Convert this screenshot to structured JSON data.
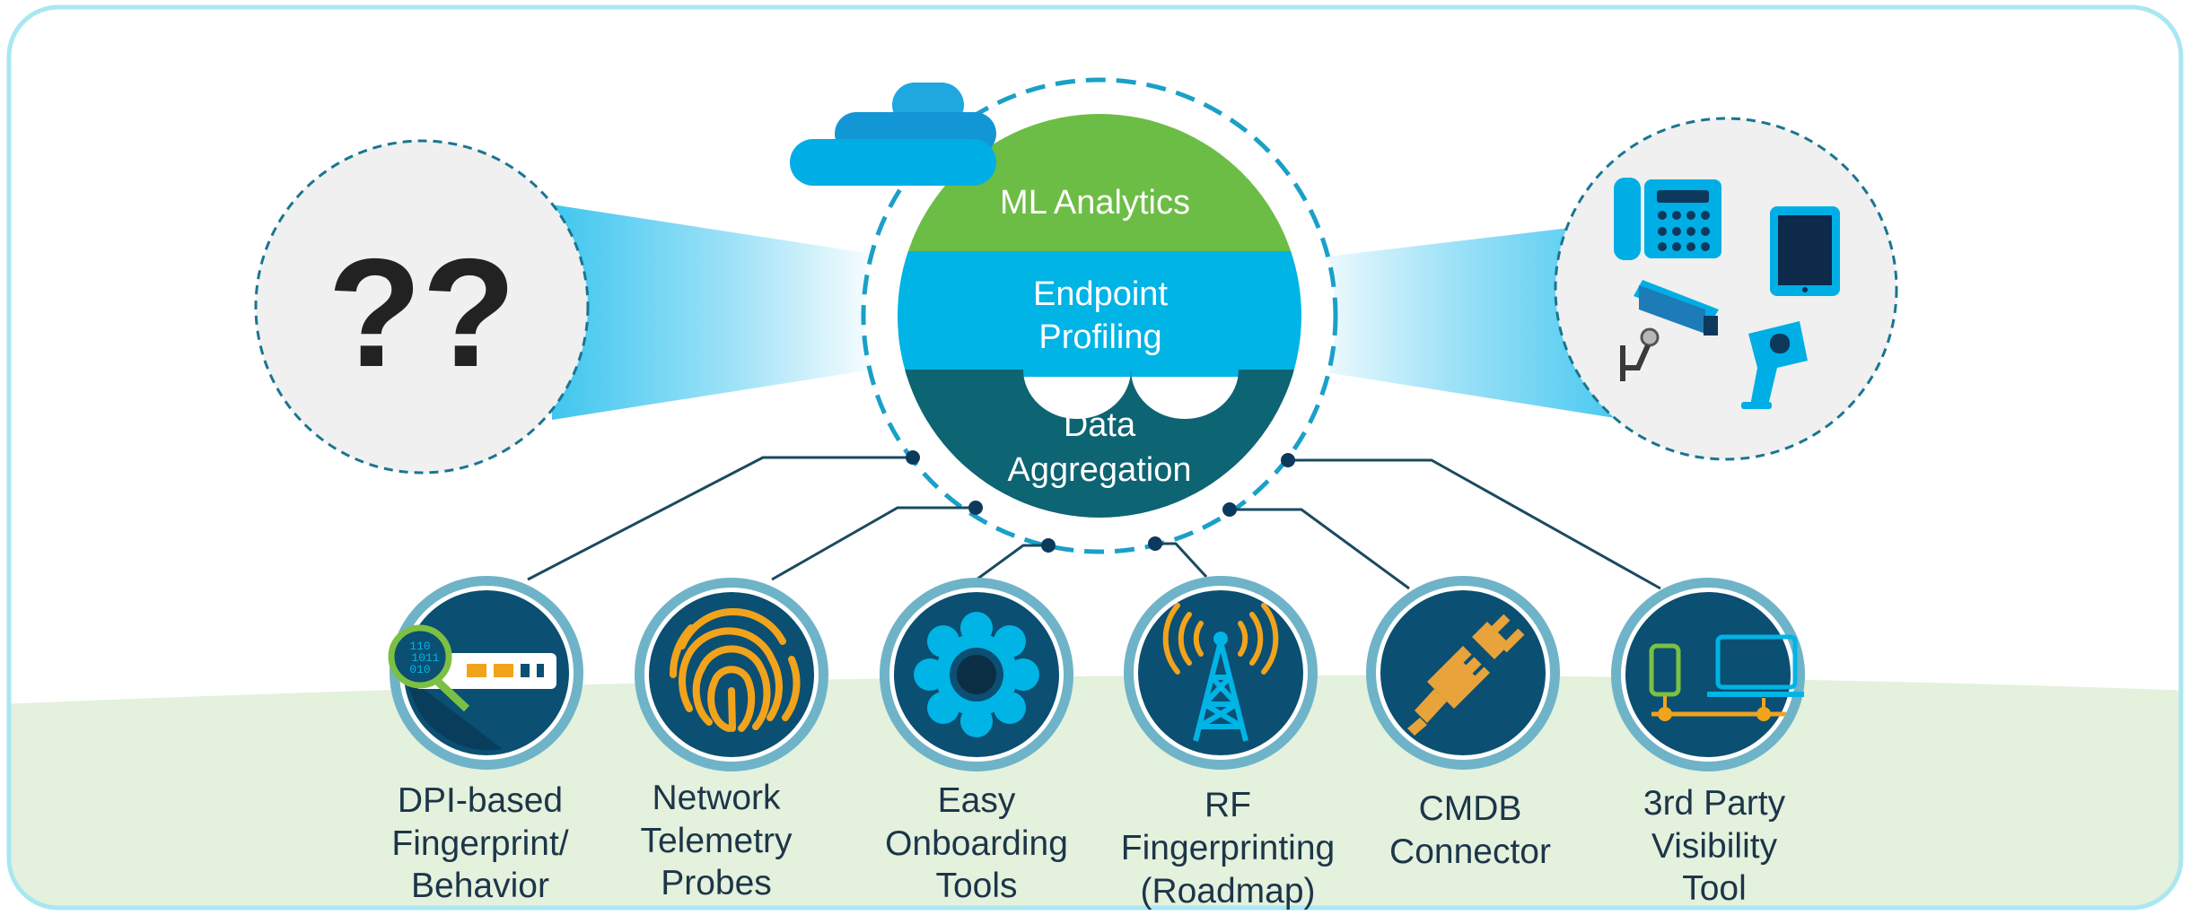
{
  "colors": {
    "frame": "#a9e7f2",
    "ground": "#e3f1dd",
    "ml_layer": "#6cbd45",
    "profiling_layer": "#00b4e6",
    "aggregation_layer": "#0d6472",
    "icon_disc": "#0b4f72",
    "icon_ring": "#6fb3c8",
    "accent_orange": "#f2a31c",
    "dashed": "#1aa0c8",
    "connector": "#1a4a60"
  },
  "unknown_devices": {
    "text": "??"
  },
  "core": {
    "ml_label": "ML Analytics",
    "profiling_label": [
      "Endpoint",
      "Profiling"
    ],
    "aggregation_label": [
      "Data",
      "Aggregation"
    ]
  },
  "sources": [
    {
      "label": [
        "DPI-based",
        "Fingerprint/",
        "Behavior"
      ],
      "icon": "dpi-magnifier-icon"
    },
    {
      "label": [
        "Network",
        "Telemetry",
        "Probes"
      ],
      "icon": "fingerprint-icon"
    },
    {
      "label": [
        "Easy",
        "Onboarding",
        "Tools"
      ],
      "icon": "gear-icon"
    },
    {
      "label": [
        "RF",
        "Fingerprinting",
        "(Roadmap)"
      ],
      "icon": "radio-tower-icon"
    },
    {
      "label": [
        "CMDB",
        "Connector"
      ],
      "icon": "plug-icon"
    },
    {
      "label": [
        "3rd Party",
        "Visibility",
        "Tool"
      ],
      "icon": "devices-network-icon"
    }
  ],
  "known_devices": [
    "ip-phone-icon",
    "tablet-icon",
    "security-camera-icon",
    "barcode-scanner-icon"
  ]
}
